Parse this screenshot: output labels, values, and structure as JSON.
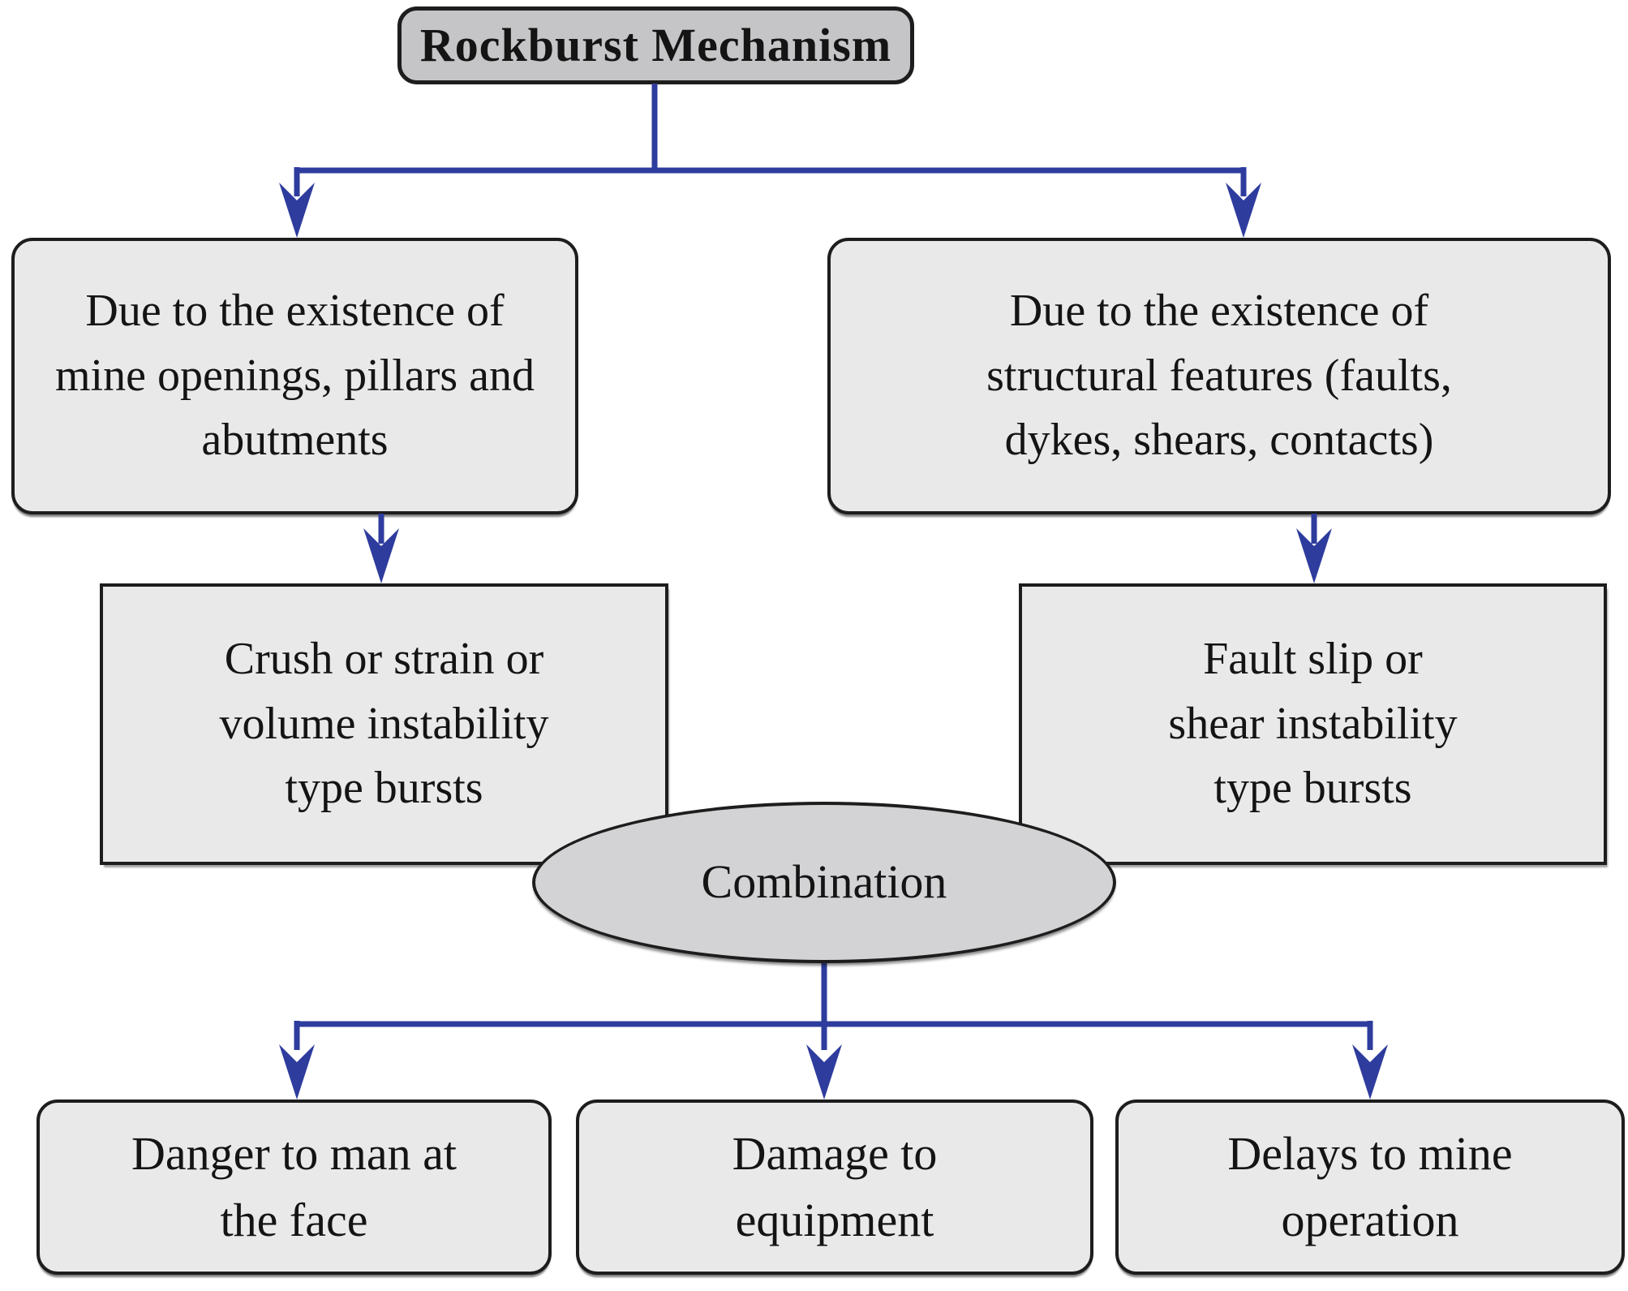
{
  "diagram": {
    "title": {
      "label": "Rockburst Mechanism"
    },
    "nodes": {
      "cause_openings": {
        "lines": [
          "Due to the existence of",
          "mine openings, pillars and",
          "abutments"
        ]
      },
      "cause_structural": {
        "lines": [
          "Due to the existence of",
          "structural features (faults,",
          "dykes, shears, contacts)"
        ]
      },
      "burst_crush": {
        "lines": [
          "Crush or strain or",
          "volume instability",
          "type bursts"
        ]
      },
      "burst_fault": {
        "lines": [
          "Fault slip or",
          "shear instability",
          "type bursts"
        ]
      },
      "combination": {
        "label": "Combination"
      },
      "danger_man": {
        "lines": [
          "Danger to man at",
          "the face"
        ]
      },
      "damage_equipment": {
        "lines": [
          "Damage to",
          "equipment"
        ]
      },
      "delays_mine": {
        "lines": [
          "Delays to mine",
          "operation"
        ]
      }
    },
    "theme": {
      "arrow_color": "#2e3c9e",
      "node_fill": "#e9e9ea",
      "title_fill": "#c5c5c7",
      "ellipse_fill": "#d3d3d5",
      "border_color": "#1d1d1d",
      "text_color": "#141414",
      "background": "#ffffff"
    }
  }
}
